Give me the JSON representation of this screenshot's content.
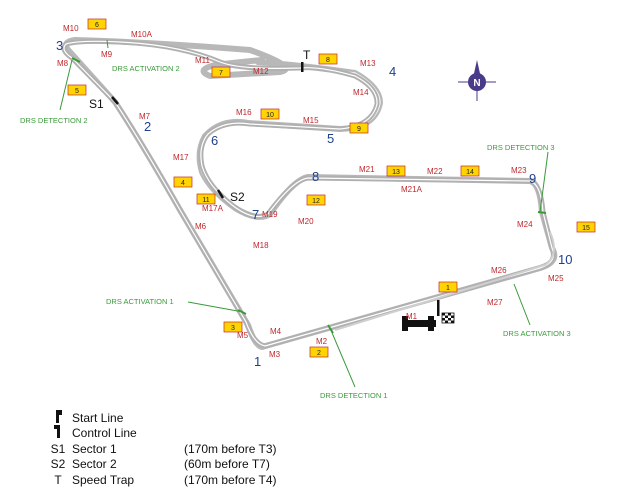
{
  "turns": [
    "1",
    "2",
    "3",
    "4",
    "5",
    "6",
    "7",
    "8",
    "9",
    "10"
  ],
  "sectors": [
    "S1",
    "S2",
    "T"
  ],
  "markers": [
    "1",
    "2",
    "3",
    "4",
    "5",
    "6",
    "7",
    "8",
    "9",
    "10",
    "11",
    "12",
    "13",
    "14",
    "15"
  ],
  "mpoints": [
    "M1",
    "M2",
    "M3",
    "M4",
    "M5",
    "M6",
    "M7",
    "M8",
    "M9",
    "M10",
    "M10A",
    "M11",
    "M12",
    "M13",
    "M14",
    "M15",
    "M16",
    "M17",
    "M17A",
    "M18",
    "M19",
    "M20",
    "M21",
    "M21A",
    "M22",
    "M23",
    "M24",
    "M25",
    "M26",
    "M27"
  ],
  "drs": {
    "detection_1": "DRS DETECTION 1",
    "detection_2": "DRS DETECTION 2",
    "detection_3": "DRS DETECTION 3",
    "activation_1": "DRS ACTIVATION 1",
    "activation_2": "DRS ACTIVATION 2",
    "activation_3": "DRS ACTIVATION 3"
  },
  "compass": "N",
  "legend": [
    {
      "symbol": "",
      "name": "Start Line",
      "desc": ""
    },
    {
      "symbol": "",
      "name": "Control Line",
      "desc": ""
    },
    {
      "symbol": "S1",
      "name": "Sector 1",
      "desc": "(170m before T3)"
    },
    {
      "symbol": "S2",
      "name": "Sector 2",
      "desc": "(60m before T7)"
    },
    {
      "symbol": "T",
      "name": "Speed Trap",
      "desc": "(170m before T4)"
    }
  ],
  "colors": {
    "track": "#b8b8b8",
    "turn_numbers": "#1f3f8f",
    "measure_points": "#c0282d",
    "drs": "#3a9a3a",
    "marker_fill": "#ffd400",
    "marker_border": "#c0282d",
    "compass": "#4a3a8a"
  }
}
